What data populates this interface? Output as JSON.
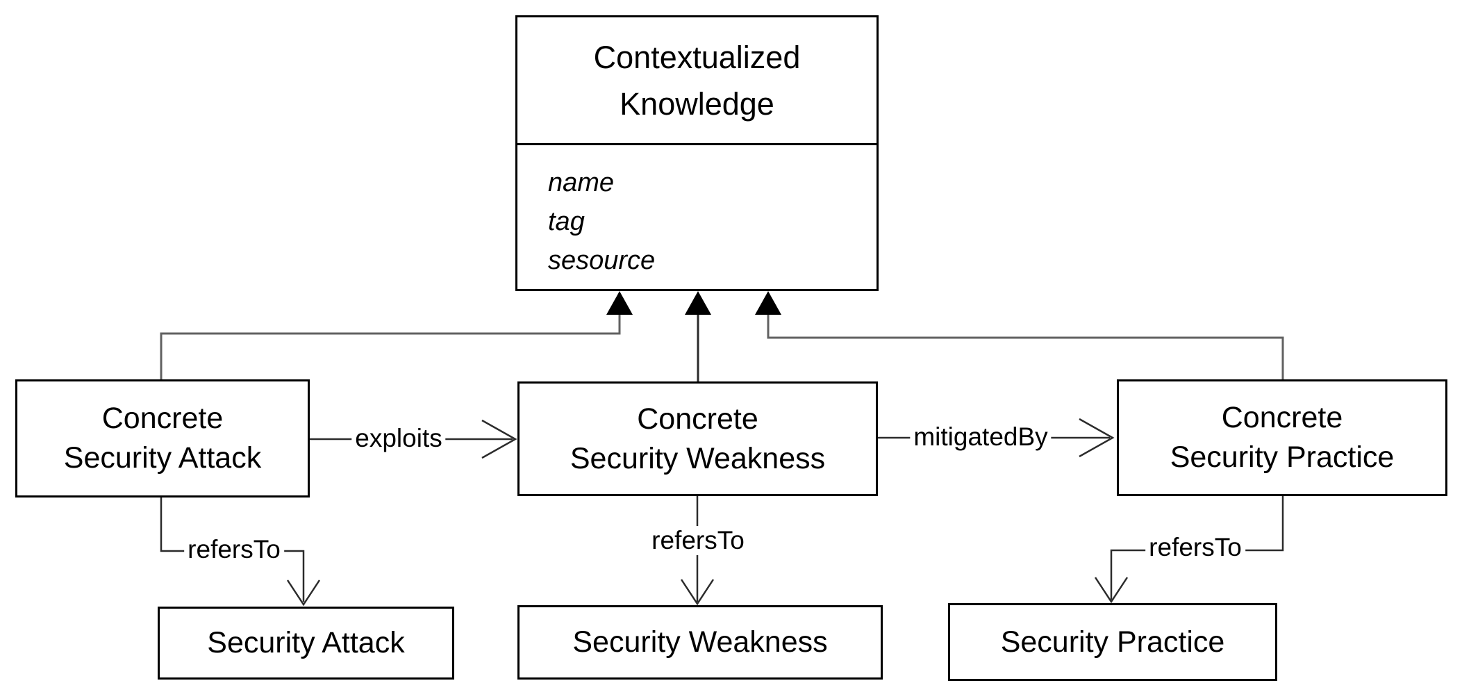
{
  "diagram": {
    "contextualized_knowledge": {
      "lines": [
        "Contextualized",
        "Knowledge"
      ],
      "attributes": [
        "name",
        "tag",
        "sesource"
      ]
    },
    "middle_row": {
      "attack": {
        "lines": [
          "Concrete",
          "Security Attack"
        ]
      },
      "weakness": {
        "lines": [
          "Concrete",
          "Security Weakness"
        ]
      },
      "practice": {
        "lines": [
          "Concrete",
          "Security Practice"
        ]
      }
    },
    "bottom_row": {
      "attack": {
        "label": "Security Attack"
      },
      "weakness": {
        "label": "Security Weakness"
      },
      "practice": {
        "label": "Security Practice"
      }
    },
    "relations": {
      "exploits": {
        "label": "exploits"
      },
      "mitigated_by": {
        "label": "mitigatedBy"
      },
      "refers_to_attack": {
        "label": "refersTo"
      },
      "refers_to_weakness": {
        "label": "refersTo"
      },
      "refers_to_practice": {
        "label": "refersTo"
      }
    },
    "colors": {
      "background": "#ffffff",
      "text": "#000000",
      "box_border": "#000000",
      "connector_line": "#2b2b2b",
      "generalization_line": "#616161",
      "generalization_arrow_fill": "#000000"
    }
  }
}
